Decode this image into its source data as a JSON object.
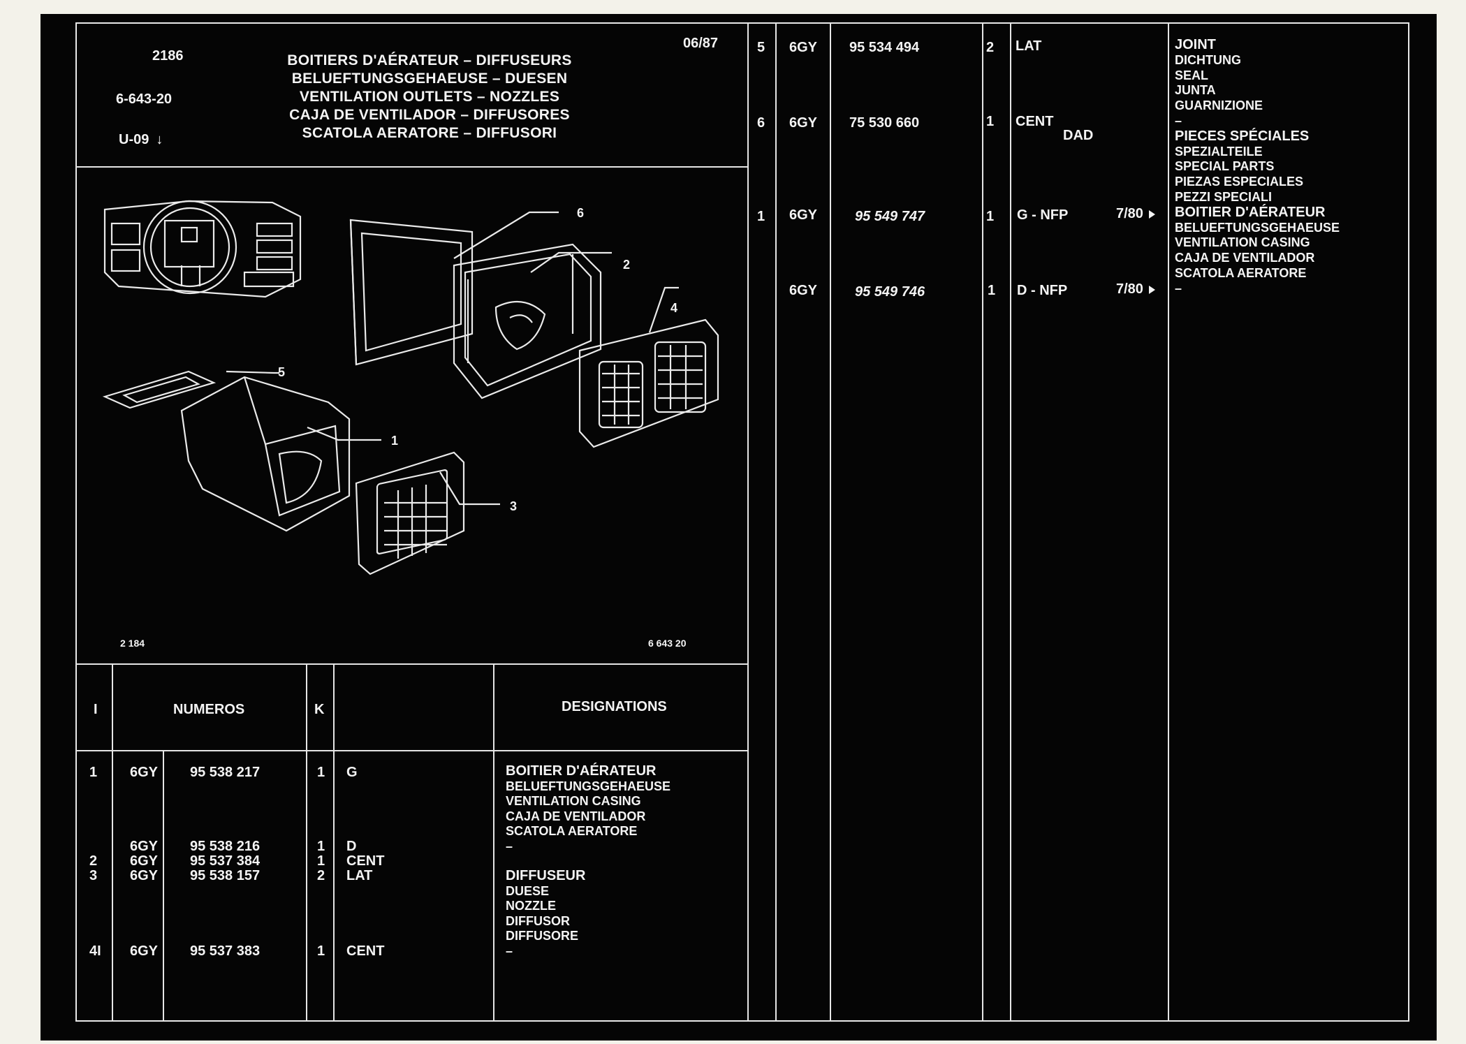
{
  "header": {
    "plate": "2186",
    "ref": "6-643-20",
    "model": "U-09",
    "date": "06/87",
    "titles": [
      "BOITIERS D'AÉRATEUR – DIFFUSEURS",
      "BELUEFTUNGSGEHAEUSE – DUESEN",
      "VENTILATION OUTLETS – NOZZLES",
      "CAJA DE VENTILADOR – DIFFUSORES",
      "SCATOLA AERATORE – DIFFUSORI"
    ]
  },
  "illustration": {
    "callouts": [
      "1",
      "2",
      "3",
      "4",
      "5",
      "6"
    ],
    "footer_left": "2 184",
    "footer_right": "6 643 20"
  },
  "columns": {
    "index": "I",
    "numbers": "NUMEROS",
    "qty": "K",
    "designations": "DESIGNATIONS"
  },
  "left_rows": [
    {
      "i": "1",
      "pre": "6GY",
      "num": "95 538 217",
      "k": "1",
      "pos": "G"
    },
    {
      "i": "",
      "pre": "6GY",
      "num": "95 538 216",
      "k": "1",
      "pos": "D"
    },
    {
      "i": "2",
      "pre": "6GY",
      "num": "95 537 384",
      "k": "1",
      "pos": "CENT"
    },
    {
      "i": "3",
      "pre": "6GY",
      "num": "95 538 157",
      "k": "2",
      "pos": "LAT"
    },
    {
      "i": "4I",
      "pre": "6GY",
      "num": "95 537 383",
      "k": "1",
      "pos": "CENT"
    }
  ],
  "left_designations": {
    "casing": [
      "BOITIER D'AÉRATEUR",
      "BELUEFTUNGSGEHAEUSE",
      "VENTILATION CASING",
      "CAJA DE VENTILADOR",
      "SCATOLA AERATORE",
      "–"
    ],
    "nozzle": [
      "DIFFUSEUR",
      "DUESE",
      "NOZZLE",
      "DIFFUSOR",
      "DIFFUSORE",
      "–"
    ]
  },
  "right_rows": [
    {
      "i": "5",
      "pre": "6GY",
      "num": "95 534 494",
      "k": "2",
      "pos": "LAT",
      "extra": "",
      "date": ""
    },
    {
      "i": "6",
      "pre": "6GY",
      "num": "75 530 660",
      "k": "1",
      "pos": "CENT",
      "extra": "DAD",
      "date": ""
    },
    {
      "i": "1",
      "pre": "6GY",
      "num": "95 549 747",
      "k": "1",
      "pos": "G - NFP",
      "extra": "",
      "date": "7/80"
    },
    {
      "i": "",
      "pre": "6GY",
      "num": "95 549 746",
      "k": "1",
      "pos": "D - NFP",
      "extra": "",
      "date": "7/80"
    }
  ],
  "right_designations": {
    "joint": [
      "JOINT",
      "DICHTUNG",
      "SEAL",
      "JUNTA",
      "GUARNIZIONE",
      "–"
    ],
    "special": [
      "PIECES SPÉCIALES",
      "SPEZIALTEILE",
      "SPECIAL PARTS",
      "PIEZAS ESPECIALES",
      "PEZZI SPECIALI"
    ],
    "casing": [
      "BOITIER D'AÉRATEUR",
      "BELUEFTUNGSGEHAEUSE",
      "VENTILATION CASING",
      "CAJA DE VENTILADOR",
      "SCATOLA AERATORE",
      "–"
    ]
  }
}
